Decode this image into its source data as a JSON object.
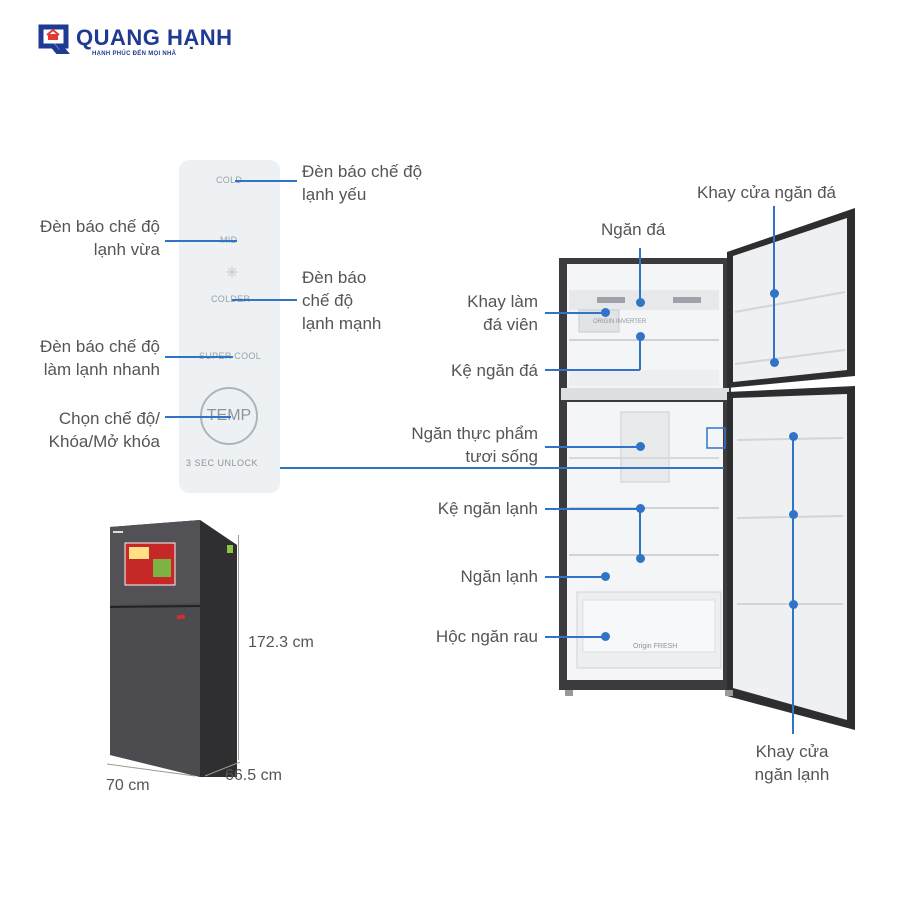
{
  "brand": {
    "name": "QUANG HẠNH",
    "slogan": "HẠNH PHÚC ĐẾN MỌI NHÀ",
    "color": "#1f3a93"
  },
  "accent_color": "#2f74c9",
  "panel": {
    "cold": "COLD",
    "mid": "MID",
    "colder": "COLDER",
    "super_cool": "SUPER COOL",
    "temp": "TEMP",
    "unlock": "3 SEC  UNLOCK"
  },
  "panel_callouts": {
    "cold_l1": "Đèn báo chế độ",
    "cold_l2": "lạnh yếu",
    "mid_l1": "Đèn báo chế độ",
    "mid_l2": "lạnh vừa",
    "colder_l1": "Đèn báo",
    "colder_l2": "chế độ",
    "colder_l3": "lạnh mạnh",
    "super_l1": "Đèn báo chế độ",
    "super_l2": "làm lạnh nhanh",
    "temp_l1": "Chọn chế độ/",
    "temp_l2": "Khóa/Mở khóa"
  },
  "dimensions": {
    "height": "172.3 cm",
    "width": "70 cm",
    "depth": "66.5 cm"
  },
  "fridge_callouts": {
    "freezer": "Ngăn đá",
    "ice_tray_l1": "Khay làm",
    "ice_tray_l2": "đá viên",
    "freezer_shelf": "Kệ ngăn đá",
    "fresh_l1": "Ngăn thực phẩm",
    "fresh_l2": "tươi sống",
    "fridge_shelf": "Kệ ngăn lạnh",
    "fridge": "Ngăn lạnh",
    "crisper": "Hộc ngăn rau",
    "freezer_door": "Khay cửa ngăn đá",
    "fridge_door_l1": "Khay cửa",
    "fridge_door_l2": "ngăn lạnh"
  },
  "fridge_marks": {
    "freezer_brand": "ORIGIN INVERTER",
    "crisper_brand": "Origin FRESH"
  }
}
